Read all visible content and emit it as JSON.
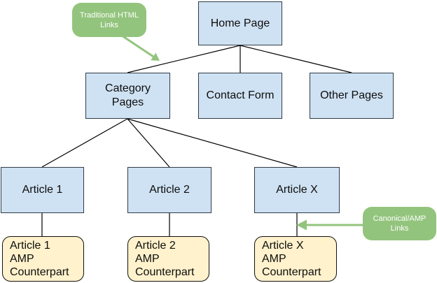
{
  "colors": {
    "background": "#ffffff",
    "page_fill": "#cfe2f3",
    "page_border": "#2f3b46",
    "amp_fill": "#fff2cc",
    "amp_border": "#111111",
    "note_fill": "#93c47d",
    "note_text": "#ffffff",
    "connector": "#000000"
  },
  "nodes": {
    "home": {
      "label": "Home Page"
    },
    "category": {
      "label": "Category\nPages"
    },
    "contact": {
      "label": "Contact Form"
    },
    "other": {
      "label": "Other Pages"
    },
    "article1": {
      "label": "Article 1"
    },
    "article2": {
      "label": "Article 2"
    },
    "articleX": {
      "label": "Article X"
    }
  },
  "amp_nodes": {
    "amp1": {
      "label": "Article 1\nAMP\nCounterpart"
    },
    "amp2": {
      "label": "Article 2\nAMP\nCounterpart"
    },
    "ampX": {
      "label": "Article X\nAMP\nCounterpart"
    }
  },
  "annotations": {
    "traditional": {
      "label": "Traditional HTML\nLinks"
    },
    "canonical": {
      "label": "Canonical/AMP\nLinks"
    }
  }
}
